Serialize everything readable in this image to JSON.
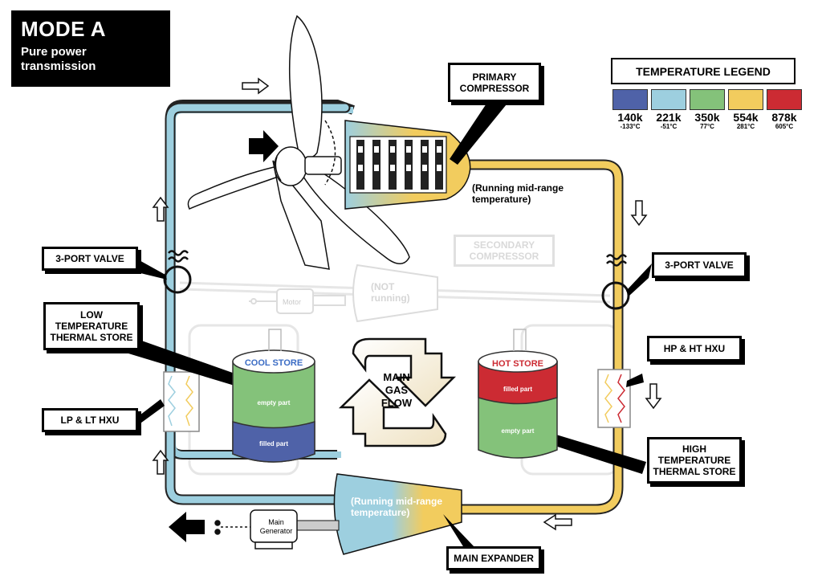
{
  "header": {
    "title": "MODE A",
    "subtitle": "Pure power transmission"
  },
  "legend": {
    "title": "TEMPERATURE LEGEND",
    "items": [
      {
        "kelvin": "140k",
        "celsius": "-133°C",
        "color": "#4f62a8"
      },
      {
        "kelvin": "221k",
        "celsius": "-51°C",
        "color": "#9dcfdf"
      },
      {
        "kelvin": "350k",
        "celsius": "77°C",
        "color": "#84c27a"
      },
      {
        "kelvin": "554k",
        "celsius": "281°C",
        "color": "#f2cc5e"
      },
      {
        "kelvin": "878k",
        "celsius": "605°C",
        "color": "#cc2b33"
      }
    ]
  },
  "labels": {
    "primary_compressor": "PRIMARY COMPRESSOR",
    "primary_note": "(Running mid-range temperature)",
    "secondary_compressor": "SECONDARY COMPRESSOR",
    "secondary_note": "(NOT running)",
    "motor": "Motor",
    "valve_left": "3-PORT VALVE",
    "valve_right": "3-PORT VALVE",
    "low_store": "LOW TEMPERATURE THERMAL STORE",
    "lp_hxu": "LP & LT HXU",
    "hp_hxu": "HP & HT HXU",
    "high_store": "HIGH TEMPERATURE THERMAL STORE",
    "main_expander": "MAIN EXPANDER",
    "expander_note": "(Running mid-range temperature)",
    "main_generator": "Main Generator",
    "main_gas_flow": "MAIN GAS FLOW"
  },
  "stores": {
    "cool": {
      "title": "COOL STORE",
      "top_part": "empty part",
      "bottom_part": "filled part",
      "title_color": "#3b6cc4"
    },
    "hot": {
      "title": "HOT STORE",
      "top_part": "filled part",
      "bottom_part": "empty part",
      "title_color": "#cc2b33"
    }
  },
  "colors": {
    "cold_pipe": "#9dcfdf",
    "hot_pipe": "#f2cc5e",
    "green": "#84c27a",
    "blue": "#4f62a8",
    "red": "#cc2b33",
    "faded": "#e2e2e2"
  }
}
